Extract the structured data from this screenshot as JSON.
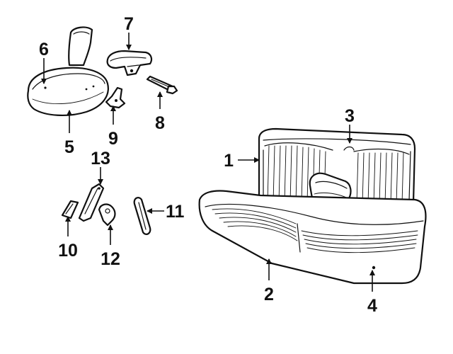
{
  "diagram": {
    "background": "#ffffff",
    "ink": "#111111",
    "callouts": [
      "1",
      "2",
      "3",
      "4",
      "5",
      "6",
      "7",
      "8",
      "9",
      "10",
      "11",
      "12",
      "13"
    ]
  }
}
